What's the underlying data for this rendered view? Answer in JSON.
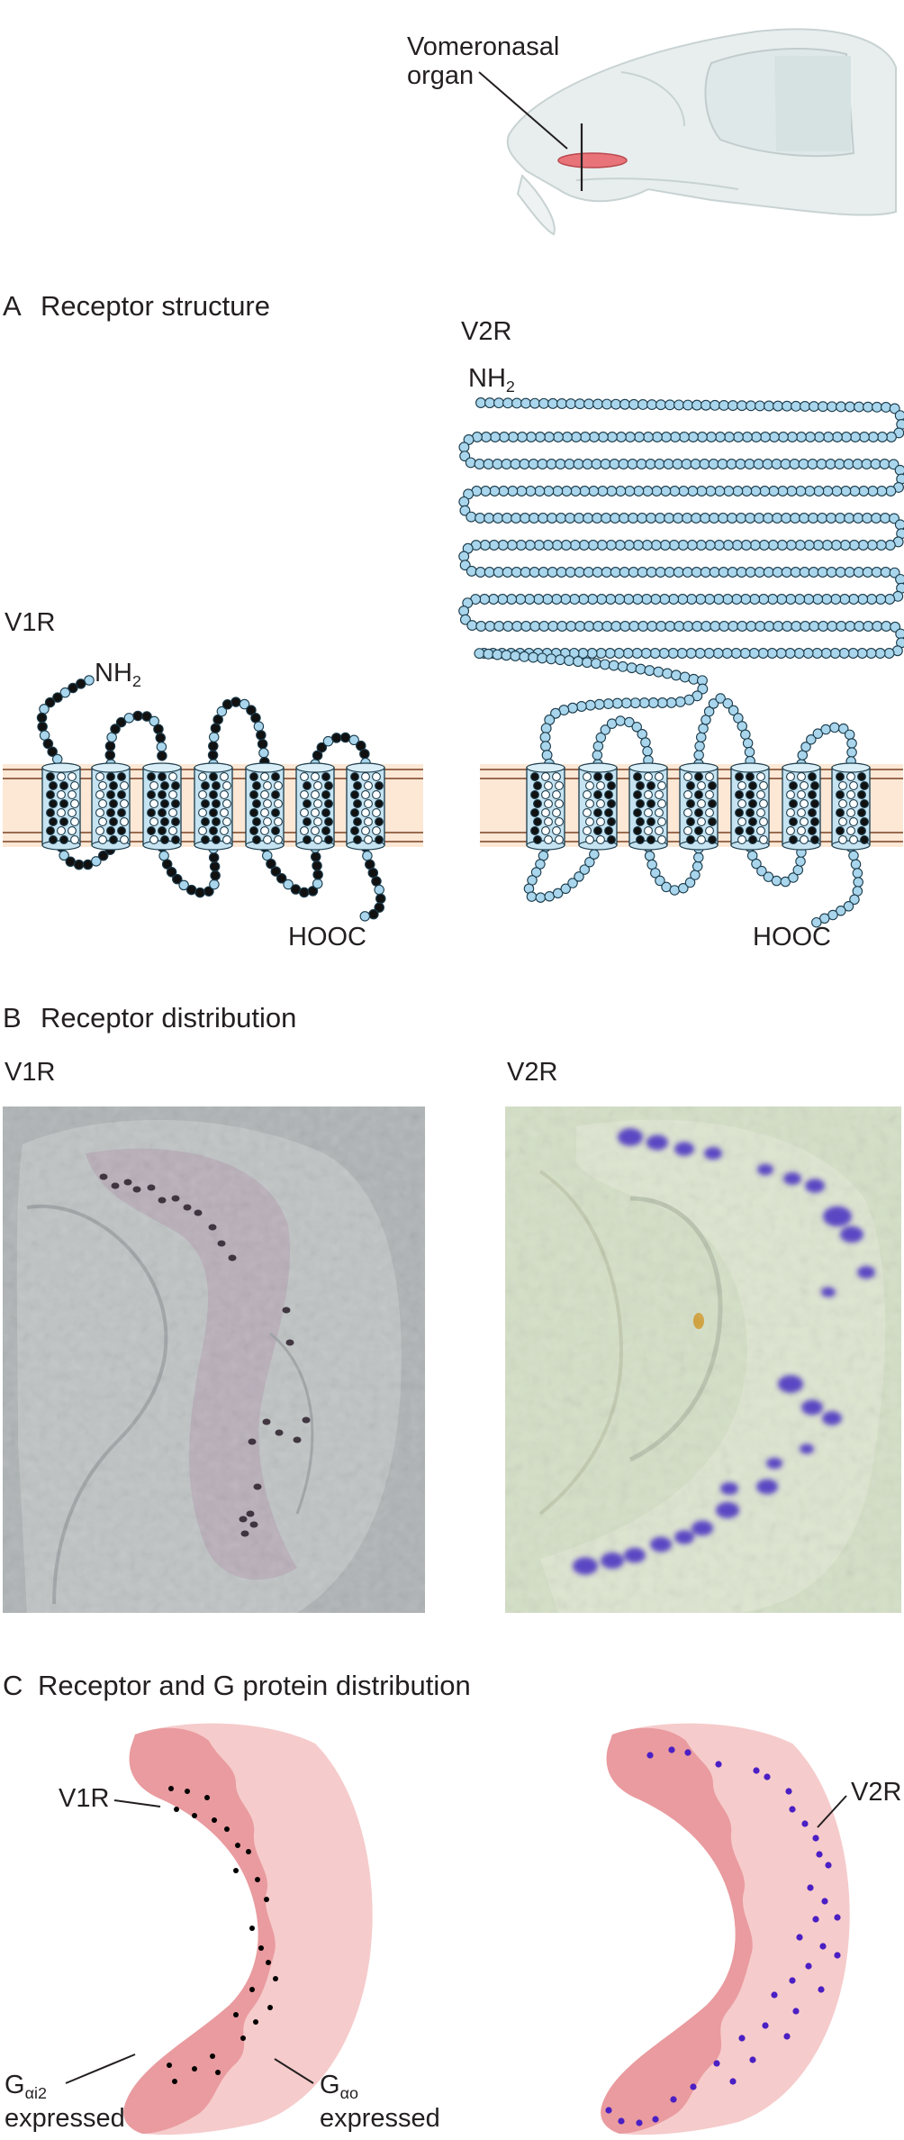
{
  "skull": {
    "label_line1": "Vomeronasal",
    "label_line2": "organ"
  },
  "panel_a": {
    "letter": "A",
    "title": "Receptor structure",
    "v1r": {
      "name": "V1R",
      "nterm": "NH",
      "nterm_sub": "2",
      "cterm": "HOOC"
    },
    "v2r": {
      "name": "V2R",
      "nterm": "NH",
      "nterm_sub": "2",
      "cterm": "HOOC"
    }
  },
  "panel_b": {
    "letter": "B",
    "title": "Receptor distribution",
    "left_label": "V1R",
    "right_label": "V2R"
  },
  "panel_c": {
    "letter": "C",
    "title": "Receptor and G protein distribution",
    "left_receptor": "V1R",
    "right_receptor": "V2R",
    "gai2_main": "G",
    "gai2_sub": "αi2",
    "gai2_word": "expressed",
    "gao_main": "G",
    "gao_sub": "αo",
    "gao_word": "expressed"
  },
  "colors": {
    "helix": "#c5e3f1",
    "bead_blue": "#a9d6ec",
    "membrane": "#fde8d6",
    "membrane_line": "#9a6b4f",
    "organ": "#e8747a",
    "c_light": "#f6cbcb",
    "c_dark": "#e99b9f",
    "dot_v1r": "#000000",
    "dot_v2r": "#4a1fc4"
  }
}
